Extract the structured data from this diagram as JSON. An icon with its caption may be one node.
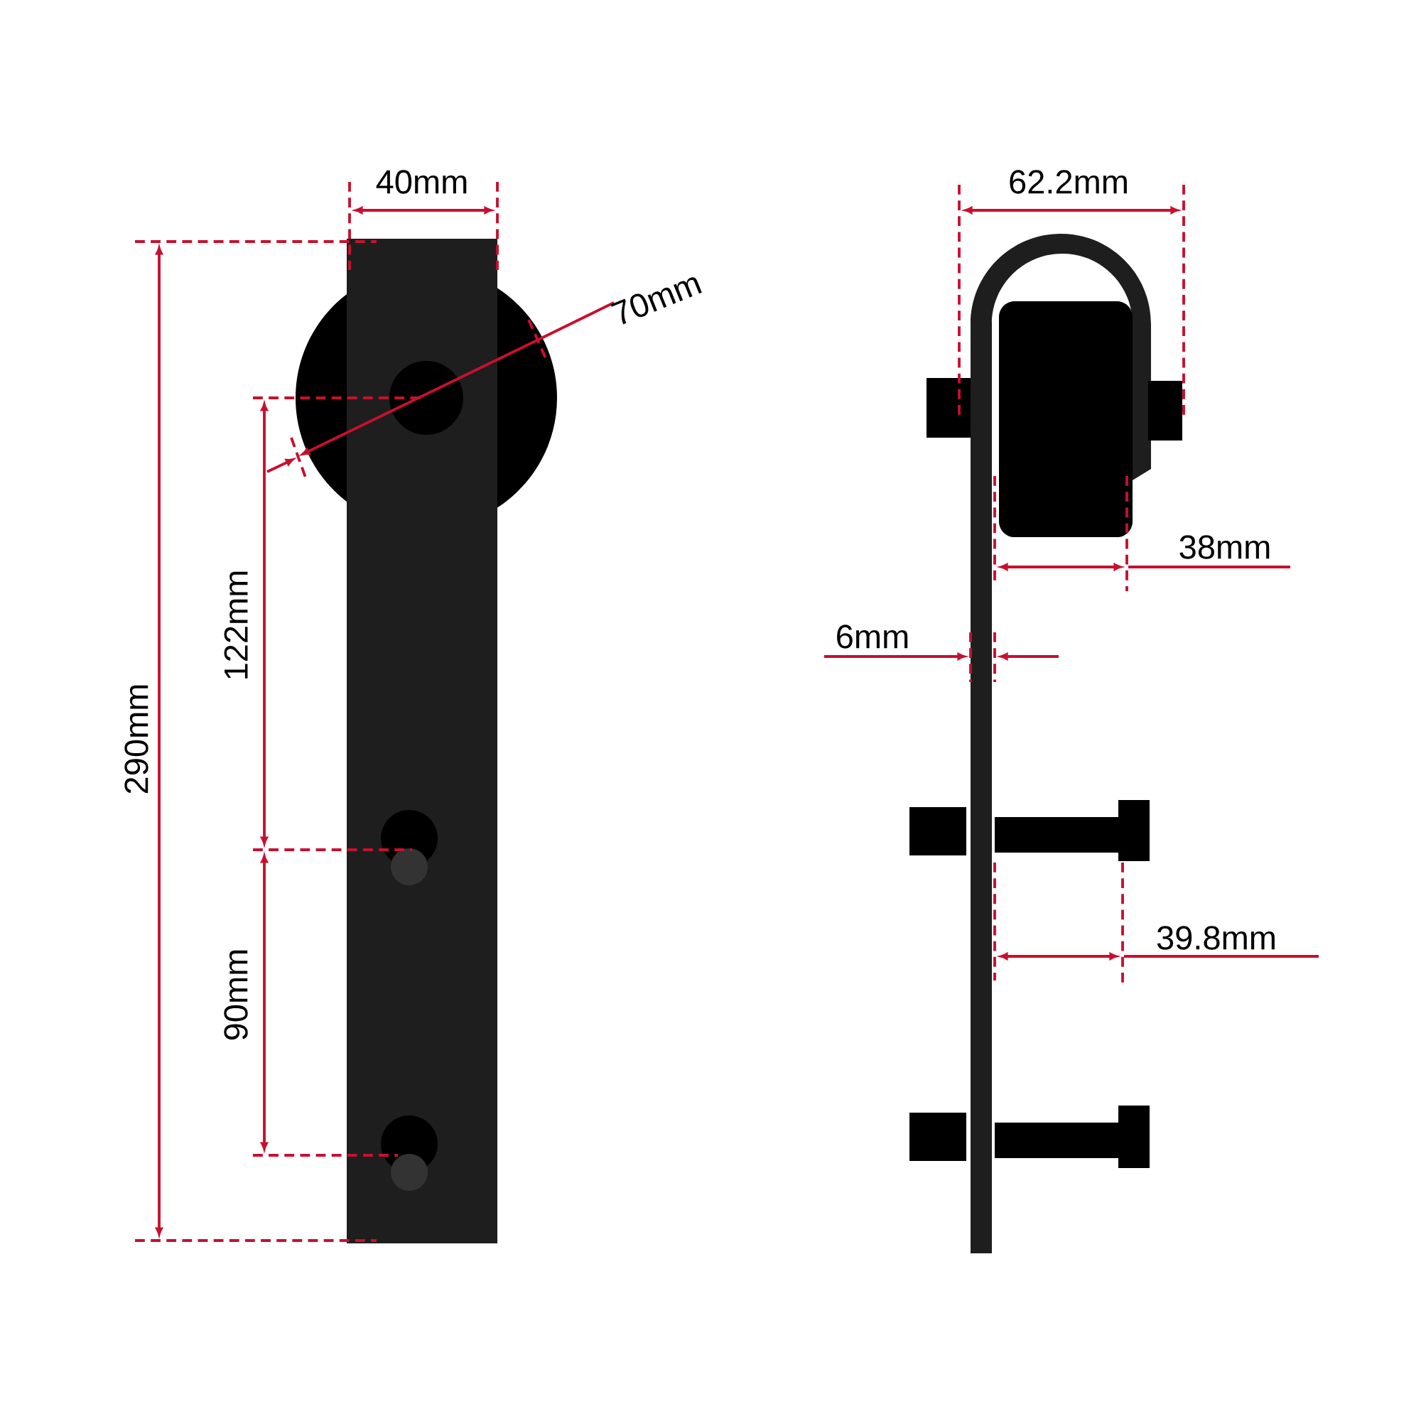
{
  "diagram": {
    "labels": [
      "40mm",
      "62.2mm",
      "70mm",
      "38mm",
      "6mm",
      "122mm",
      "290mm",
      "39.8mm",
      "90mm"
    ]
  }
}
